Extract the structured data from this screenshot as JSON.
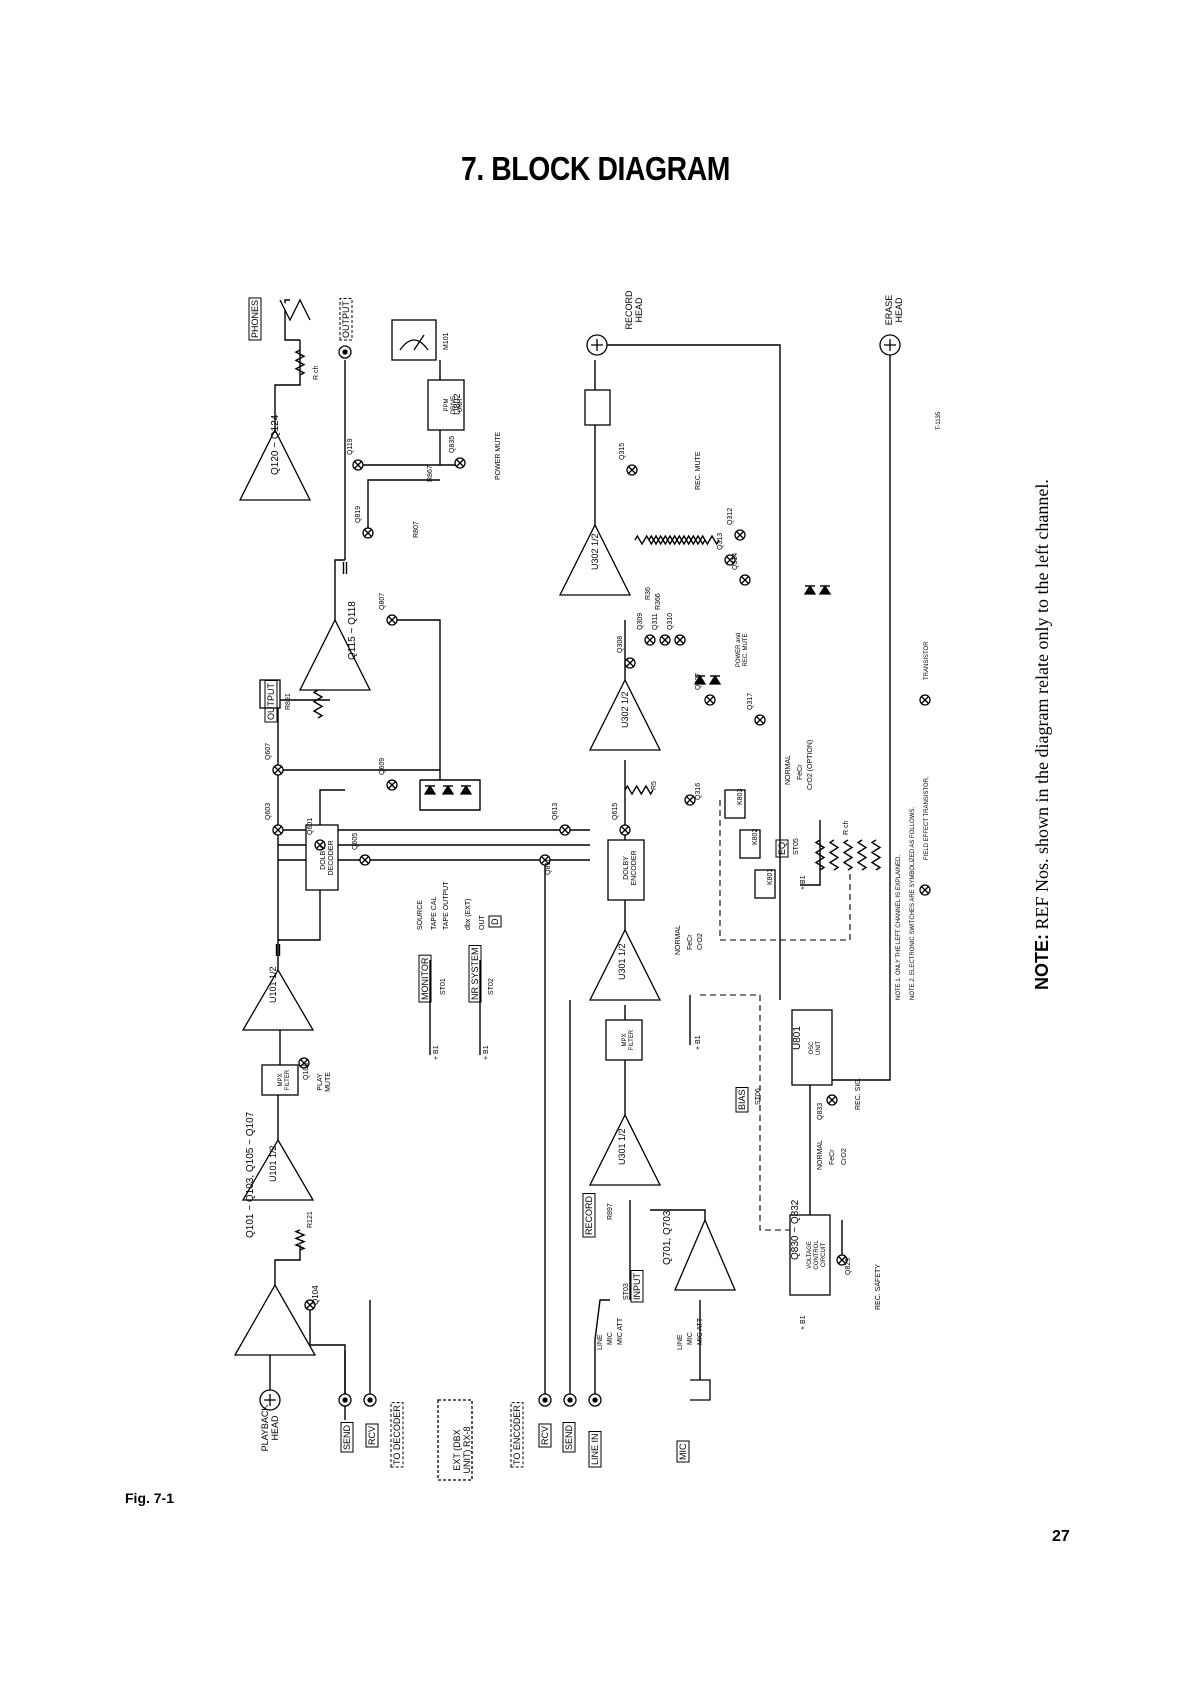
{
  "page": {
    "title": "7. BLOCK DIAGRAM",
    "figure_label": "Fig. 7-1",
    "page_number": "27",
    "note_label": "NOTE:",
    "note_text": "REF Nos. shown in the diagram relate only to the left channel.",
    "doc_code": "T-1135"
  },
  "diagram_notes": {
    "note1": "NOTE 1. ONLY THE LEFT CHANNEL IS EXPLAINED.",
    "note2": "NOTE 2. ELECTRONIC SWITCHES ARE SYMBOLIZED AS FOLLOWS.",
    "fet_label": "FIELD EFFECT TRANSISTOR,",
    "transistor_label": "TRANSISTOR"
  },
  "connectors": {
    "send_out": "SEND",
    "rcv_out": "RCV",
    "to_decoder": "TO DECODER",
    "ext_dbx": "EXT (DBX UNIT) RX-8",
    "to_encoder": "TO ENCODER",
    "rcv_in": "RCV",
    "send_in": "SEND",
    "line_in": "LINE IN",
    "mic": "MIC",
    "phones": "PHONES",
    "output": "OUTPUT"
  },
  "blocks": {
    "playback_head": "PLAYBACK HEAD",
    "record_head": "RECORD HEAD",
    "erase_head": "ERASE HEAD",
    "q101": "Q101 ~ Q103, Q105 ~ Q107",
    "q104": "Q104",
    "r121": "R121",
    "u101a": "U101 1/2",
    "mpx_filter_pb": "MPX FILTER",
    "q108": "Q108",
    "play_mute": "PLAY MUTE",
    "u101b": "U101 1/2",
    "dolby_decoder": "DOLBY DECODER",
    "q603": "Q603",
    "q607": "Q607",
    "q601": "Q601",
    "q605": "Q605",
    "q609": "Q609",
    "output_vr": "OUTPUT",
    "r891": "R891",
    "q115": "Q115 ~ Q118",
    "q807": "Q807",
    "q819": "Q819",
    "r807": "R807",
    "q120": "Q120 ~ Q124",
    "q119": "Q119",
    "r867": "R867",
    "q835": "Q835",
    "power_mute": "POWER MUTE",
    "ppm_drive": "PPM DRIVE UNIT",
    "u802": "U802",
    "m101": "M101",
    "rch_phones": "R ch",
    "monitor": "MONITOR",
    "st01": "ST01",
    "source": "SOURCE",
    "tape_cal": "TAPE CAL",
    "tape_output": "TAPE OUTPUT",
    "nr_system": "NR SYSTEM",
    "st02": "ST02",
    "dbx_ext": "dbx (EXT)",
    "out": "OUT",
    "dolby_sym": "D",
    "b1a": "+ B1",
    "b1b": "+ B1",
    "record_vr": "RECORD",
    "r897": "R897",
    "u301a": "U301 1/2",
    "mpx_filter_rec": "MPX FILTER",
    "u301b": "U301 1/2",
    "dolby_encoder": "DOLBY ENCODER",
    "q811": "Q811",
    "q613": "Q613",
    "q615": "Q615",
    "q701": "Q701, Q703",
    "input": "INPUT",
    "st03": "ST03",
    "line_sw": "LINE",
    "mic_sw": "MIC",
    "mic_att": "MIC ATT",
    "line_sw2": "LINE",
    "mic_sw2": "MIC",
    "mic_att2": "MIC ATT",
    "u302a": "U302 1/2",
    "r5": "R5",
    "q316": "Q316",
    "q308": "Q308",
    "q309": "Q309",
    "q311": "Q311",
    "q310": "Q310",
    "r366": "R366",
    "r36": "R36",
    "q307": "Q307",
    "power_rec_mute": "POWER and REC. MUTE",
    "q317": "Q317",
    "u302b": "U302 1/2",
    "q312": "Q312",
    "q313": "Q313",
    "q314": "Q314",
    "q315": "Q315",
    "rec_mute": "REC. MUTE",
    "normal_eq": "NORMAL",
    "fecr_eq": "FeCr",
    "cro2_eq": "CrO2 (OPTION)",
    "eq": "EQ",
    "st05": "ST05",
    "k803": "K803",
    "k802": "K802",
    "k801": "K801",
    "rch_bias": "R ch",
    "b1c": "+ B1",
    "normal_tape": "NORMAL",
    "fecr_tape": "FeCr",
    "cro2_tape": "CrO2",
    "b1d": "+ B1",
    "bias": "BIAS",
    "st06": "ST06",
    "osc_unit": "OSC UNIT",
    "u801": "U801",
    "q833": "Q833",
    "rec_sig": "REC. SIG.",
    "normal_osc": "NORMAL",
    "fecr_osc": "FeCr",
    "cro2_osc": "CrO2",
    "q830": "Q830 ~ Q832",
    "vcc": "VOLTAGE CONTROL CIRCUIT",
    "q829": "Q829",
    "rec_safety": "REC. SAFETY",
    "b1e": "+ B1"
  }
}
